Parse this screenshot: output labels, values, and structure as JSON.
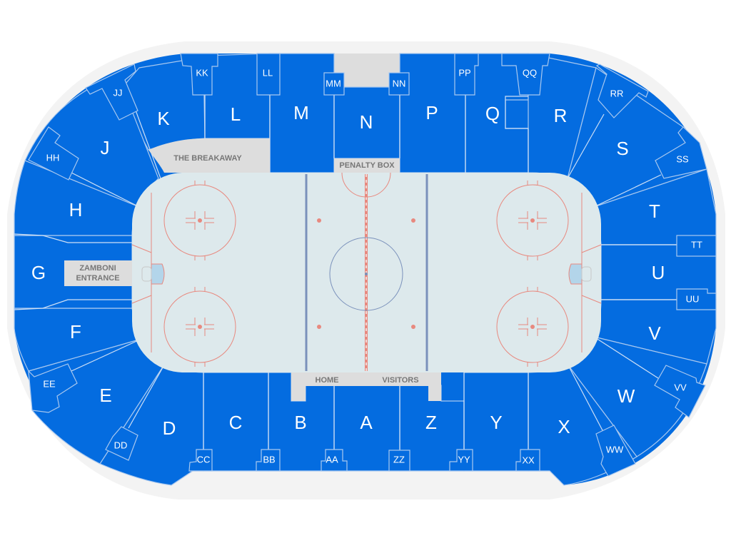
{
  "map": {
    "colors": {
      "section": "#046ce0",
      "outline": "#f3f3f3",
      "ice": "#dde9ec",
      "area": "#dddddd",
      "area_text": "#777777",
      "red_line": "#e8897f",
      "blue_line": "#7a91bb",
      "crease": "#b3d5ea"
    },
    "areas": {
      "breakaway": "THE BREAKAWAY",
      "penalty_box": "PENALTY BOX",
      "zamboni_1": "ZAMBONI",
      "zamboni_2": "ENTRANCE",
      "home": "HOME",
      "visitors": "VISITORS"
    },
    "sections": {
      "A": "A",
      "B": "B",
      "C": "C",
      "D": "D",
      "E": "E",
      "F": "F",
      "G": "G",
      "H": "H",
      "J": "J",
      "K": "K",
      "L": "L",
      "M": "M",
      "N": "N",
      "P": "P",
      "Q": "Q",
      "R": "R",
      "S": "S",
      "T": "T",
      "U": "U",
      "V": "V",
      "W": "W",
      "X": "X",
      "Y": "Y",
      "Z": "Z",
      "AA": "AA",
      "BB": "BB",
      "CC": "CC",
      "DD": "DD",
      "EE": "EE",
      "HH": "HH",
      "JJ": "JJ",
      "KK": "KK",
      "LL": "LL",
      "MM": "MM",
      "NN": "NN",
      "PP": "PP",
      "QQ": "QQ",
      "RR": "RR",
      "SS": "SS",
      "TT": "TT",
      "UU": "UU",
      "VV": "VV",
      "WW": "WW",
      "XX": "XX",
      "YY": "YY",
      "ZZ": "ZZ"
    }
  }
}
